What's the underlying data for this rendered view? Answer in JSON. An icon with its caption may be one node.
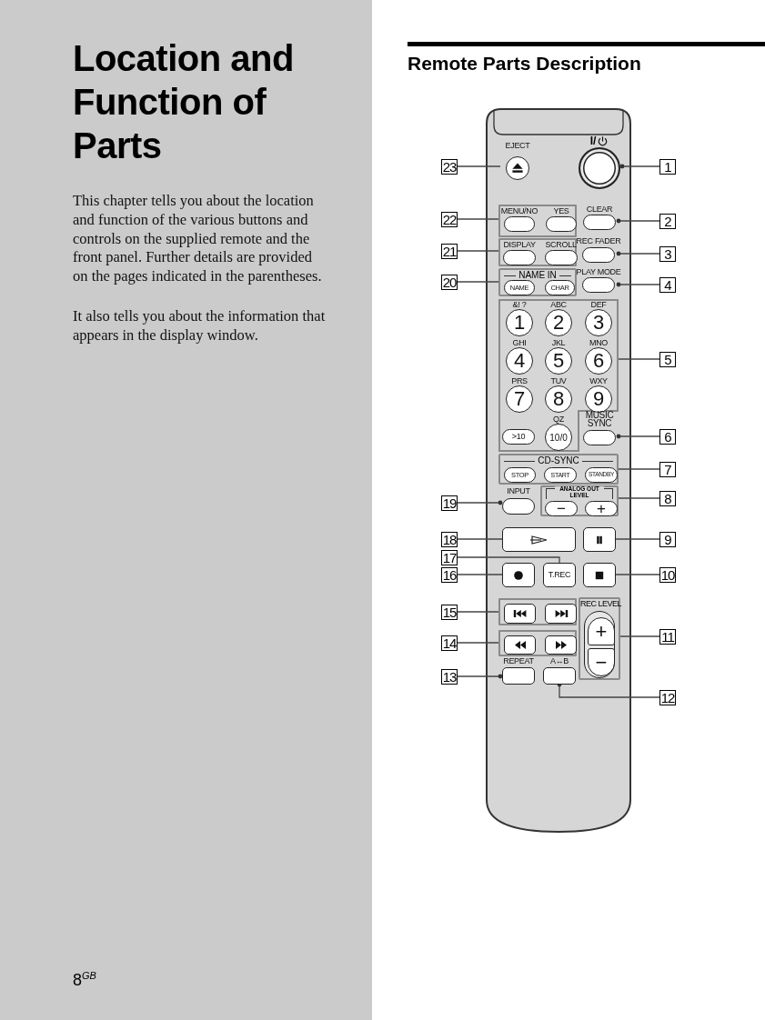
{
  "diagram": {
    "title": "Location and Function of Parts",
    "nodes": [
      {
        "text": [
          "EJECT"
        ]
      },
      {
        "text": [
          "I/"
        ]
      },
      {
        "text": [],
        "shape": "box"
      },
      {
        "text": [
          "MENU/NO"
        ],
        "in": 2
      },
      {
        "text": [
          "YES"
        ],
        "in": 2
      },
      {
        "text": [
          "CLEAR"
        ]
      },
      {
        "text": [],
        "shape": "box"
      },
      {
        "text": [
          "DISPLAY"
        ],
        "in": 6
      },
      {
        "text": [
          "SCROLL"
        ],
        "in": 6
      },
      {
        "text": [
          "REC FADER"
        ]
      },
      {
        "text": [
          "NAME IN"
        ]
      },
      {
        "text": [
          "NAME"
        ],
        "in": 10
      },
      {
        "text": [
          "CHAR"
        ],
        "in": 10
      },
      {
        "text": [
          "PLAY MODE"
        ]
      },
      {
        "text": [],
        "shape": "box"
      },
      {
        "text": [
          "&! ?",
          "1"
        ],
        "in": 14
      },
      {
        "text": [
          "ABC",
          "2"
        ],
        "in": 14
      },
      {
        "text": [
          "DEF",
          "3"
        ],
        "in": 14
      },
      {
        "text": [
          "GHI",
          "4"
        ],
        "in": 14
      },
      {
        "text": [
          "JKL",
          "5"
        ],
        "in": 14
      },
      {
        "text": [
          "MNO",
          "6"
        ],
        "in": 14
      },
      {
        "text": [
          "PRS",
          "7"
        ],
        "in": 14
      },
      {
        "text": [
          "TUV",
          "8"
        ],
        "in": 14
      },
      {
        "text": [
          "WXY",
          "9"
        ],
        "in": 14
      },
      {
        "text": [
          ">10"
        ],
        "in": 14
      },
      {
        "text": [
          "QZ",
          "10/0"
        ],
        "in": 14
      },
      {
        "text": [
          "MUSIC SYNC"
        ]
      },
      {
        "text": [
          "CD-SYNC"
        ]
      },
      {
        "text": [
          "STOP"
        ],
        "in": 27
      },
      {
        "text": [
          "START"
        ],
        "in": 27
      },
      {
        "text": [
          "STANDBY"
        ],
        "in": 27
      },
      {
        "text": [
          "INPUT"
        ]
      },
      {
        "text": [
          "ANALOG OUT LEVEL"
        ]
      },
      {
        "text": [
          "−"
        ],
        "in": 32
      },
      {
        "text": [
          "+"
        ],
        "in": 32
      },
      {
        "text": [],
        "shape": "box"
      },
      {
        "text": [],
        "shape": "box"
      },
      {
        "text": [],
        "shape": "box"
      },
      {
        "text": [
          "T.REC"
        ]
      },
      {
        "text": [],
        "shape": "box"
      },
      {
        "text": [],
        "shape": "box"
      },
      {
        "text": [],
        "shape": "box",
        "in": 40
      },
      {
        "text": [],
        "shape": "box",
        "in": 40
      },
      {
        "text": [
          "REC LEVEL"
        ]
      },
      {
        "text": [
          "+"
        ],
        "in": 43
      },
      {
        "text": [
          "−"
        ],
        "in": 43
      },
      {
        "text": [],
        "shape": "box"
      },
      {
        "text": [],
        "shape": "box",
        "in": 46
      },
      {
        "text": [],
        "shape": "box",
        "in": 46
      },
      {
        "text": [
          "REPEAT"
        ]
      },
      {
        "text": [
          "A↔B"
        ]
      },
      {
        "text": [
          "1"
        ]
      },
      {
        "text": [
          "2"
        ]
      },
      {
        "text": [
          "3"
        ]
      },
      {
        "text": [
          "4"
        ]
      },
      {
        "text": [
          "5"
        ]
      },
      {
        "text": [
          "6"
        ]
      },
      {
        "text": [
          "7"
        ]
      },
      {
        "text": [
          "8"
        ]
      },
      {
        "text": [
          "9"
        ]
      },
      {
        "text": [
          "10"
        ]
      },
      {
        "text": [
          "11"
        ]
      },
      {
        "text": [
          "12"
        ]
      },
      {
        "text": [
          "13"
        ]
      },
      {
        "text": [
          "14"
        ]
      },
      {
        "text": [
          "15"
        ]
      },
      {
        "text": [
          "16"
        ]
      },
      {
        "text": [
          "17"
        ]
      },
      {
        "text": [
          "18"
        ]
      },
      {
        "text": [
          "19"
        ]
      },
      {
        "text": [
          "20"
        ]
      },
      {
        "text": [
          "21"
        ]
      },
      {
        "text": [
          "22"
        ]
      },
      {
        "text": [
          "23"
        ]
      }
    ],
    "edges": [
      {
        "from": 51,
        "to": 1,
        "arrow": "other"
      },
      {
        "from": 52,
        "to": 5,
        "arrow": "other"
      },
      {
        "from": 53,
        "to": 9,
        "arrow": "other"
      },
      {
        "from": 54,
        "to": 13,
        "arrow": "other"
      },
      {
        "from": 55,
        "to": 14,
        "arrow": "none"
      },
      {
        "from": 56,
        "to": 26,
        "arrow": "other"
      },
      {
        "from": 57,
        "to": 27,
        "arrow": "none"
      },
      {
        "from": 58,
        "to": 32,
        "arrow": "none"
      },
      {
        "from": 59,
        "to": 36,
        "arrow": "none"
      },
      {
        "from": 60,
        "to": 39,
        "arrow": "none"
      },
      {
        "from": 61,
        "to": 43,
        "arrow": "none"
      },
      {
        "from": 62,
        "to": 50,
        "arrow": "other"
      },
      {
        "from": 63,
        "to": 49,
        "arrow": "other"
      },
      {
        "from": 64,
        "to": 46,
        "arrow": "none"
      },
      {
        "from": 65,
        "to": 40,
        "arrow": "none"
      },
      {
        "from": 66,
        "to": 37,
        "arrow": "none"
      },
      {
        "from": 67,
        "to": 38,
        "arrow": "none"
      },
      {
        "from": 68,
        "to": 35,
        "arrow": "none"
      },
      {
        "from": 69,
        "to": 31,
        "arrow": "other"
      },
      {
        "from": 70,
        "to": 10,
        "arrow": "none"
      },
      {
        "from": 71,
        "to": 6,
        "arrow": "none"
      },
      {
        "from": 72,
        "to": 2,
        "arrow": "none"
      },
      {
        "from": 73,
        "to": 0,
        "arrow": "none"
      }
    ],
    "labels": [
      "Remote Parts Description",
      "This chapter tells you about the location and function of the various buttons and controls on the supplied remote and the front panel. Further details are provided on the pages indicated in the parentheses.",
      "It also tells you about the information that appears in the display window.",
      "8$^{GB}$"
    ]
  }
}
